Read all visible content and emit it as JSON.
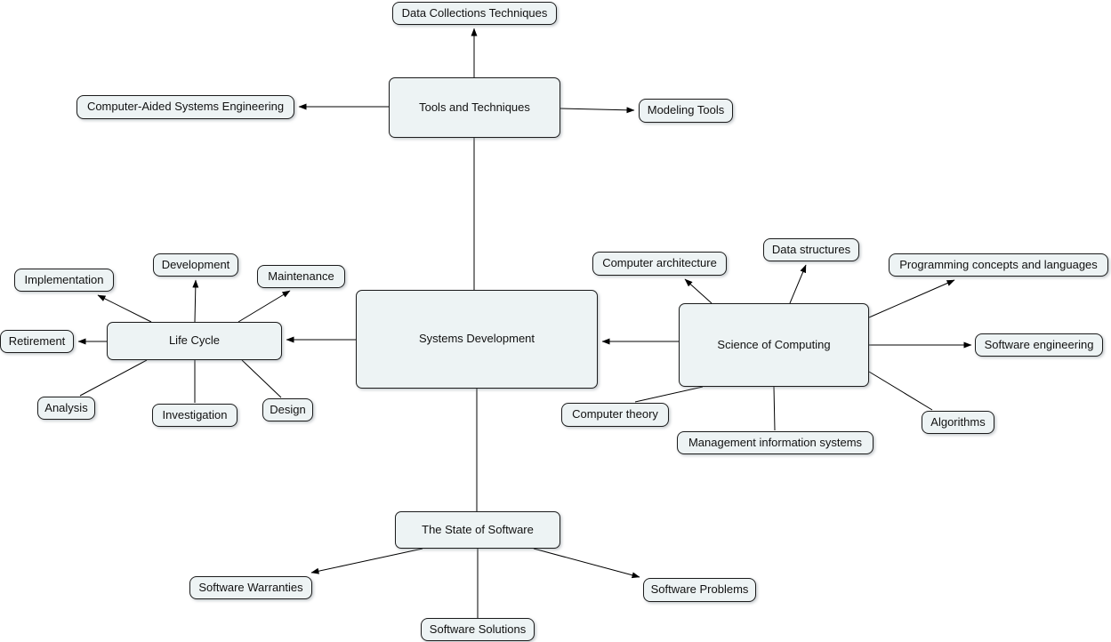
{
  "diagram": {
    "title": "Systems Development concept map",
    "colors": {
      "node_fill": "#edf3f4",
      "node_border": "#1c1c1c",
      "line_color": "#000000"
    },
    "nodes": {
      "systems_development": "Systems Development",
      "tools_and_techniques": "Tools and Techniques",
      "life_cycle": "Life Cycle",
      "science_of_computing": "Science of Computing",
      "state_of_software": "The State of Software",
      "data_collections_techniques": "Data Collections Techniques",
      "computer_aided_systems_engineering": "Computer-Aided Systems Engineering",
      "modeling_tools": "Modeling Tools",
      "implementation": "Implementation",
      "development": "Development",
      "maintenance": "Maintenance",
      "retirement": "Retirement",
      "analysis": "Analysis",
      "investigation": "Investigation",
      "design": "Design",
      "computer_architecture": "Computer architecture",
      "data_structures": "Data structures",
      "programming_concepts_and_languages": "Programming concepts and languages",
      "software_engineering": "Software engineering",
      "algorithms": "Algorithms",
      "management_information_systems": "Management information systems",
      "computer_theory": "Computer theory",
      "software_warranties": "Software Warranties",
      "software_problems": "Software Problems",
      "software_solutions": "Software Solutions"
    }
  }
}
